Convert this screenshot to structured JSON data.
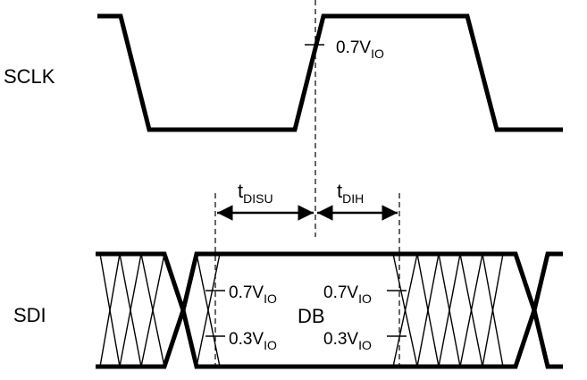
{
  "signals": {
    "sclk": "SCLK",
    "sdi": "SDI"
  },
  "timing": {
    "setup": {
      "main": "t",
      "sub": "DISU"
    },
    "hold": {
      "main": "t",
      "sub": "DIH"
    }
  },
  "thresholds": {
    "high": {
      "main": "0.7V",
      "sub": "IO"
    },
    "low": {
      "main": "0.3V",
      "sub": "IO"
    }
  },
  "data_label": "DB"
}
